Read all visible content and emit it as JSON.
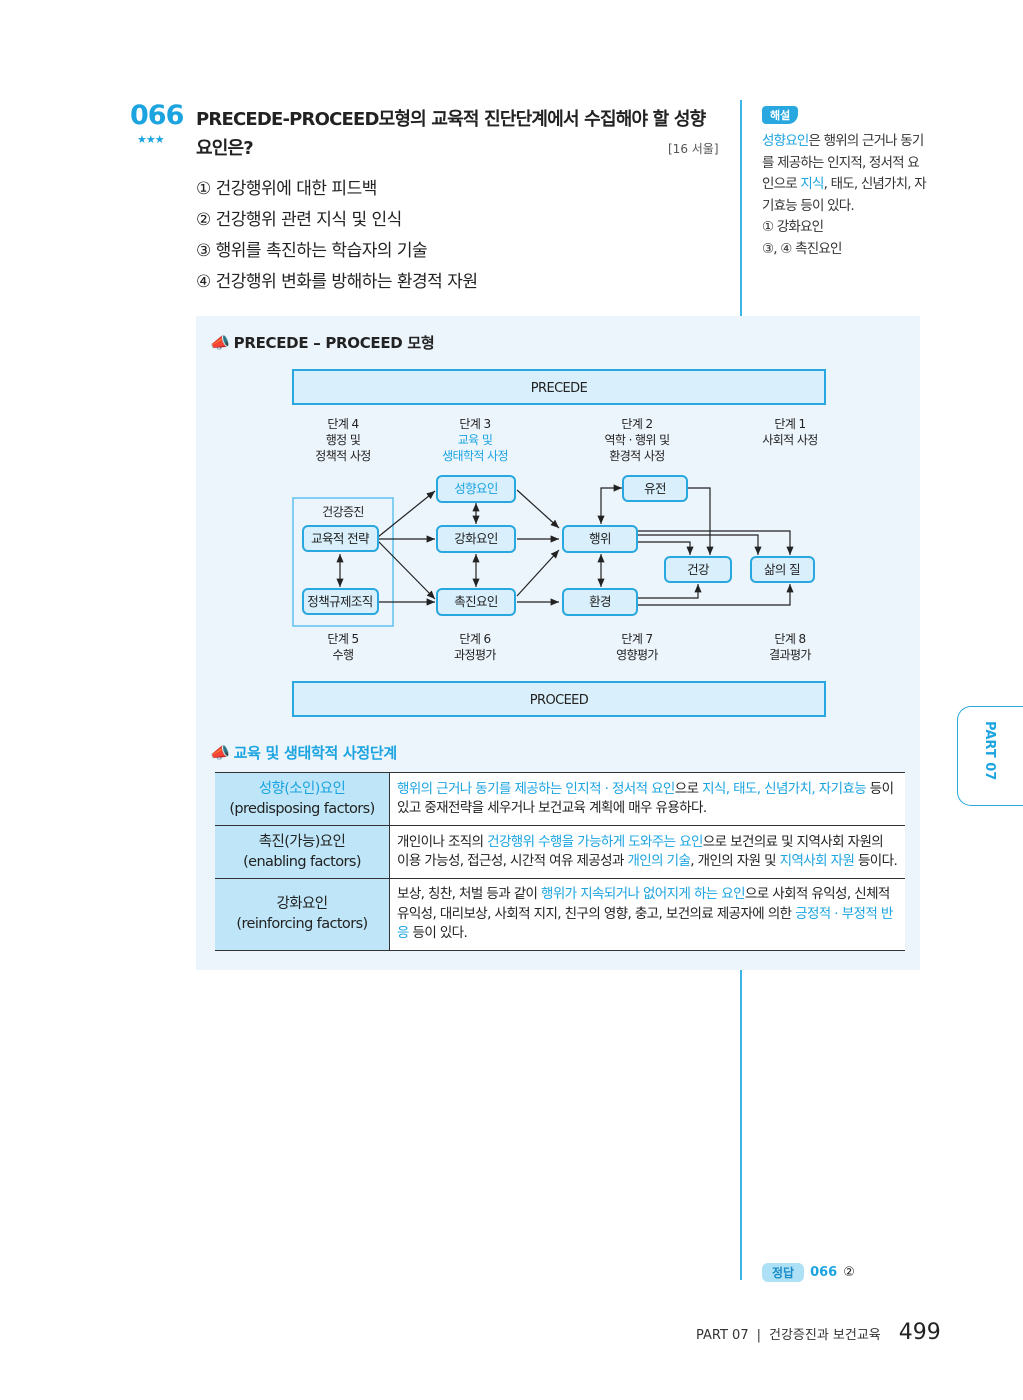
{
  "question": {
    "number": "066",
    "difficulty_stars": "★★★",
    "title": "PRECEDE-PROCEED모형의 교육적 진단단계에서 수집해야 할 성향 요인은?",
    "source": "[16 서울]",
    "options": [
      "① 건강행위에 대한 피드백",
      "② 건강행위 관련 지식 및 인식",
      "③ 행위를 촉진하는 학습자의 기술",
      "④ 건강행위 변화를 방해하는 환경적 자원"
    ]
  },
  "explanation": {
    "badge": "해설",
    "hl1": "성향요인",
    "t1": "은 행위의 근거나 동기를 제공하는 인지적, 정서적 요인으로 ",
    "hl2": "지식",
    "t2": ", 태도, 신념가치, 자기효능 등이 있다.",
    "line1": "① 강화요인",
    "line2": "③, ④ 촉진요인"
  },
  "diagram": {
    "section_title": "PRECEDE – PROCEED 모형",
    "top": "PRECEDE",
    "bottom": "PROCEED",
    "stages_top": [
      {
        "a": "단계 4",
        "b": "행정 및",
        "c": "정책적 사정"
      },
      {
        "a": "단계 3",
        "b": "교육 및",
        "c": "생태학적 사정"
      },
      {
        "a": "단계 2",
        "b": "역학 · 행위 및",
        "c": "환경적 사정"
      },
      {
        "a": "단계 1",
        "b": "사회적 사정",
        "c": ""
      }
    ],
    "stages_bottom": [
      {
        "a": "단계 5",
        "b": "수행"
      },
      {
        "a": "단계 6",
        "b": "과정평가"
      },
      {
        "a": "단계 7",
        "b": "영향평가"
      },
      {
        "a": "단계 8",
        "b": "결과평가"
      }
    ],
    "group": "건강증진",
    "nodes": {
      "edu": "교육적 전략",
      "policy": "정책규제조직",
      "pre": "성향요인",
      "rein": "강화요인",
      "enab": "촉진요인",
      "behav": "행위",
      "env": "환경",
      "gene": "유전",
      "health": "건강",
      "qol": "삶의 질"
    }
  },
  "table": {
    "section_title": "교육 및 생태학적 사정단계",
    "rows": [
      {
        "k1": "성향(소인)요인",
        "k2": "(predisposing factors)",
        "p": [
          {
            "t": "행위의 근거나 동기를 제공하는 인지적 · 정서적 요인",
            "b": true
          },
          {
            "t": "으로 "
          },
          {
            "t": "지식, 태도, 신념가치, 자기효능",
            "b": true
          },
          {
            "t": " 등이 있고 중재전략을 세우거나 보건교육 계획에 매우 유용하다."
          }
        ]
      },
      {
        "k1": "촉진(가능)요인",
        "k2": "(enabling factors)",
        "p": [
          {
            "t": "개인이나 조직의 "
          },
          {
            "t": "건강행위 수행을 가능하게 도와주는 요인",
            "b": true
          },
          {
            "t": "으로 보건의료 및 지역사회 자원의 이용 가능성, 접근성, 시간적 여유 제공성과 "
          },
          {
            "t": "개인의 기술",
            "b": true
          },
          {
            "t": ", 개인의 자원 및 "
          },
          {
            "t": "지역사회 자원",
            "b": true
          },
          {
            "t": " 등이다."
          }
        ]
      },
      {
        "k1": "강화요인",
        "k2": "(reinforcing factors)",
        "p": [
          {
            "t": "보상, 칭찬, 처벌 등과 같이 "
          },
          {
            "t": "행위가 지속되거나 없어지게 하는 요인",
            "b": true
          },
          {
            "t": "으로 사회적 유익성, 신체적 유익성, 대리보상, 사회적 지지, 친구의 영향, 충고, 보건의료 제공자에 의한 "
          },
          {
            "t": "긍정적 · 부정적 반응",
            "b": true
          },
          {
            "t": " 등이 있다."
          }
        ]
      }
    ]
  },
  "side_tab": "PART 07",
  "answer": {
    "label": "정답",
    "number": "066",
    "choice": "②"
  },
  "footer": {
    "part": "PART 07",
    "sep": "|",
    "chapter": "건강증진과 보건교육",
    "page": "499"
  },
  "colors": {
    "accent": "#1ba4e0",
    "box": "#d9effb"
  }
}
